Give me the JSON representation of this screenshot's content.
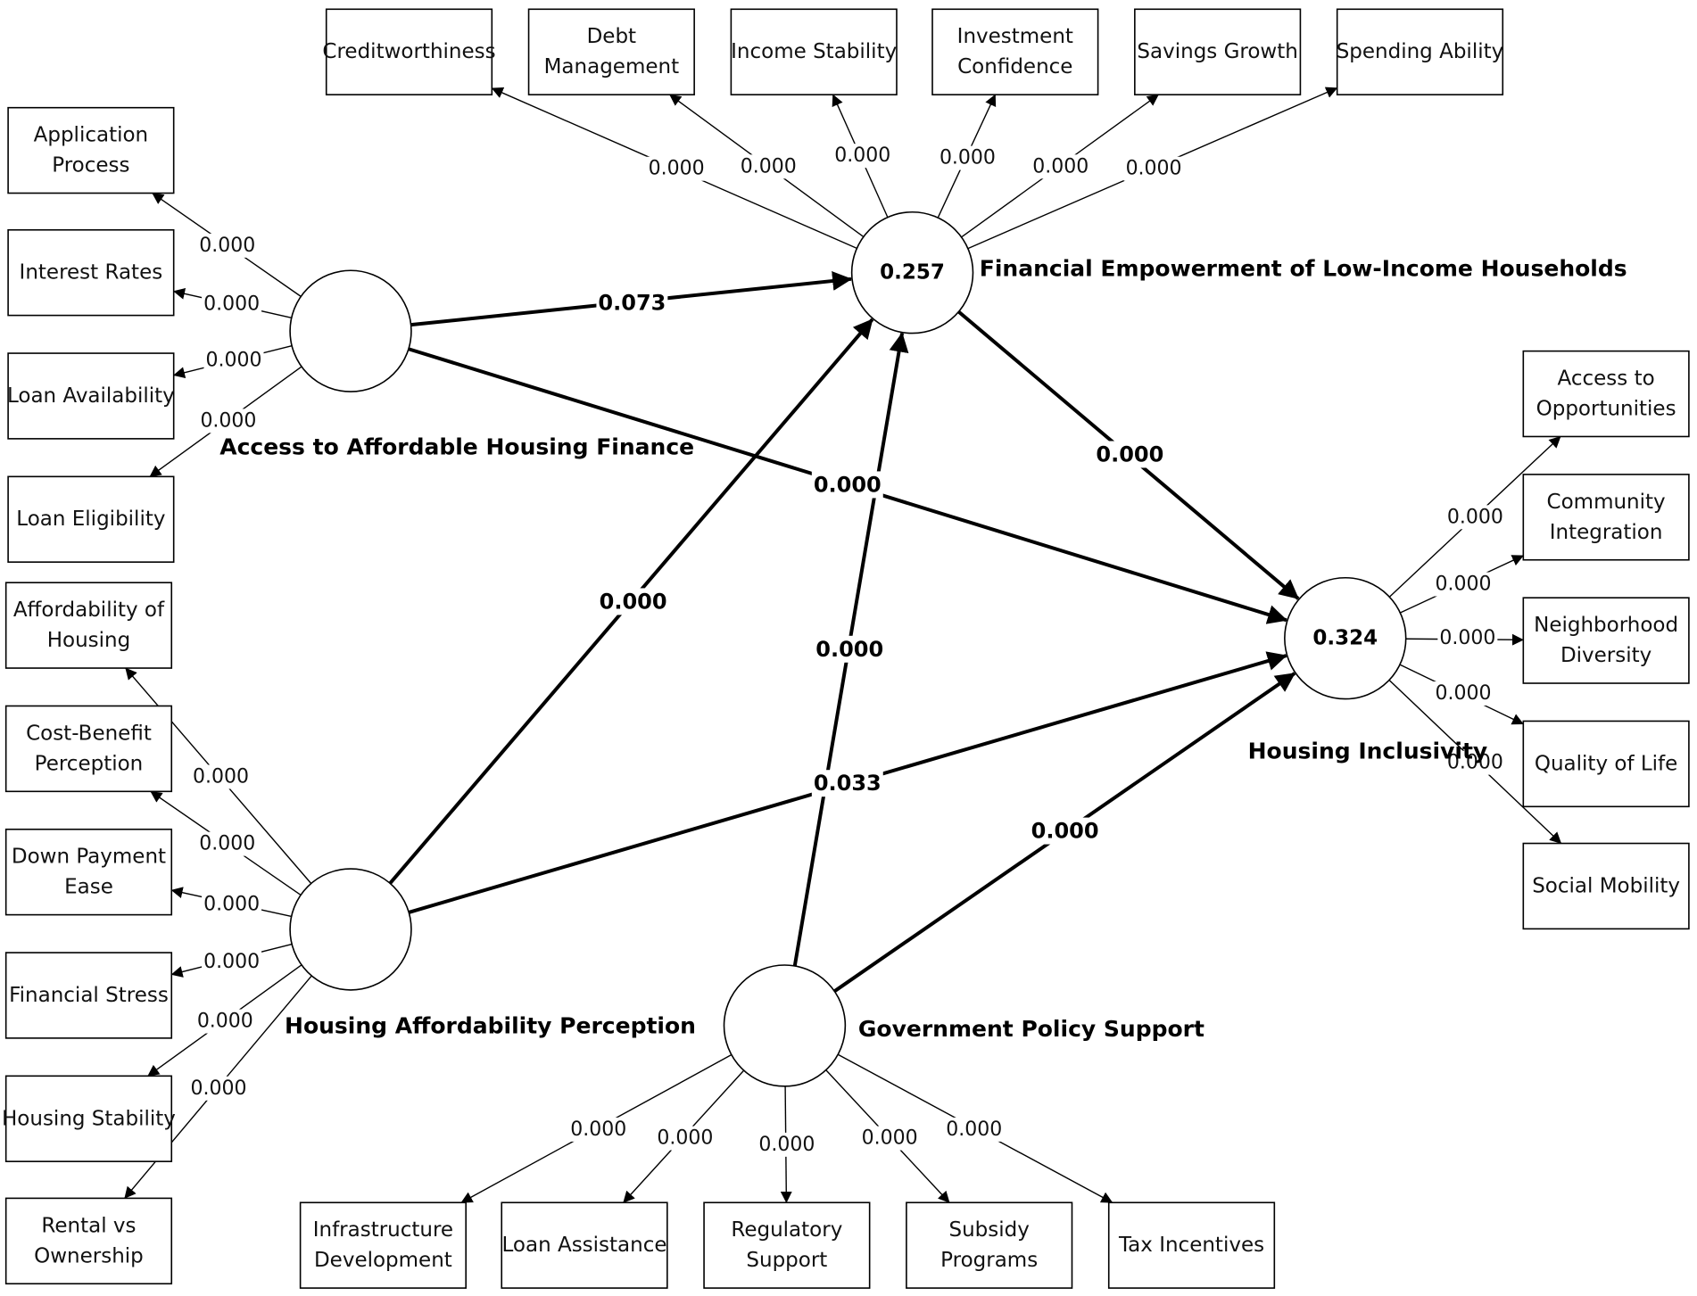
{
  "constructs": {
    "access": {
      "name": "Access to Affordable Housing Finance",
      "r2": ""
    },
    "fin": {
      "name": "Financial Empowerment of Low-Income Households",
      "r2": "0.257"
    },
    "hap": {
      "name": "Housing Affordability Perception",
      "r2": ""
    },
    "gov": {
      "name": "Government Policy Support",
      "r2": ""
    },
    "incl": {
      "name": "Housing Inclusivity",
      "r2": "0.324"
    }
  },
  "indicators": {
    "access": [
      {
        "label": "Application Process",
        "weight": "0.000"
      },
      {
        "label": "Interest Rates",
        "weight": "0.000"
      },
      {
        "label": "Loan Availability",
        "weight": "0.000"
      },
      {
        "label": "Loan Eligibility",
        "weight": "0.000"
      }
    ],
    "fin": [
      {
        "label": "Creditworthiness",
        "weight": "0.000"
      },
      {
        "label": "Debt Management",
        "weight": "0.000"
      },
      {
        "label": "Income Stability",
        "weight": "0.000"
      },
      {
        "label": "Investment Confidence",
        "weight": "0.000"
      },
      {
        "label": "Savings Growth",
        "weight": "0.000"
      },
      {
        "label": "Spending Ability",
        "weight": "0.000"
      }
    ],
    "hap": [
      {
        "label": "Affordability of Housing",
        "weight": "0.000"
      },
      {
        "label": "Cost-Benefit Perception",
        "weight": "0.000"
      },
      {
        "label": "Down Payment Ease",
        "weight": "0.000"
      },
      {
        "label": "Financial Stress",
        "weight": "0.000"
      },
      {
        "label": "Housing Stability",
        "weight": "0.000"
      },
      {
        "label": "Rental vs Ownership",
        "weight": "0.000"
      }
    ],
    "gov": [
      {
        "label": "Infrastructure Development",
        "weight": "0.000"
      },
      {
        "label": "Loan Assistance",
        "weight": "0.000"
      },
      {
        "label": "Regulatory Support",
        "weight": "0.000"
      },
      {
        "label": "Subsidy Programs",
        "weight": "0.000"
      },
      {
        "label": "Tax Incentives",
        "weight": "0.000"
      }
    ],
    "incl": [
      {
        "label": "Access to Opportunities",
        "weight": "0.000"
      },
      {
        "label": "Community Integration",
        "weight": "0.000"
      },
      {
        "label": "Neighborhood Diversity",
        "weight": "0.000"
      },
      {
        "label": "Quality of Life",
        "weight": "0.000"
      },
      {
        "label": "Social Mobility",
        "weight": "0.000"
      }
    ]
  },
  "paths": [
    {
      "from": "access",
      "to": "fin",
      "value": "0.073"
    },
    {
      "from": "access",
      "to": "incl",
      "value": "0.000"
    },
    {
      "from": "fin",
      "to": "incl",
      "value": "0.000"
    },
    {
      "from": "hap",
      "to": "fin",
      "value": "0.000"
    },
    {
      "from": "hap",
      "to": "incl",
      "value": "0.033"
    },
    {
      "from": "gov",
      "to": "fin",
      "value": "0.000"
    },
    {
      "from": "gov",
      "to": "incl",
      "value": "0.000"
    }
  ]
}
